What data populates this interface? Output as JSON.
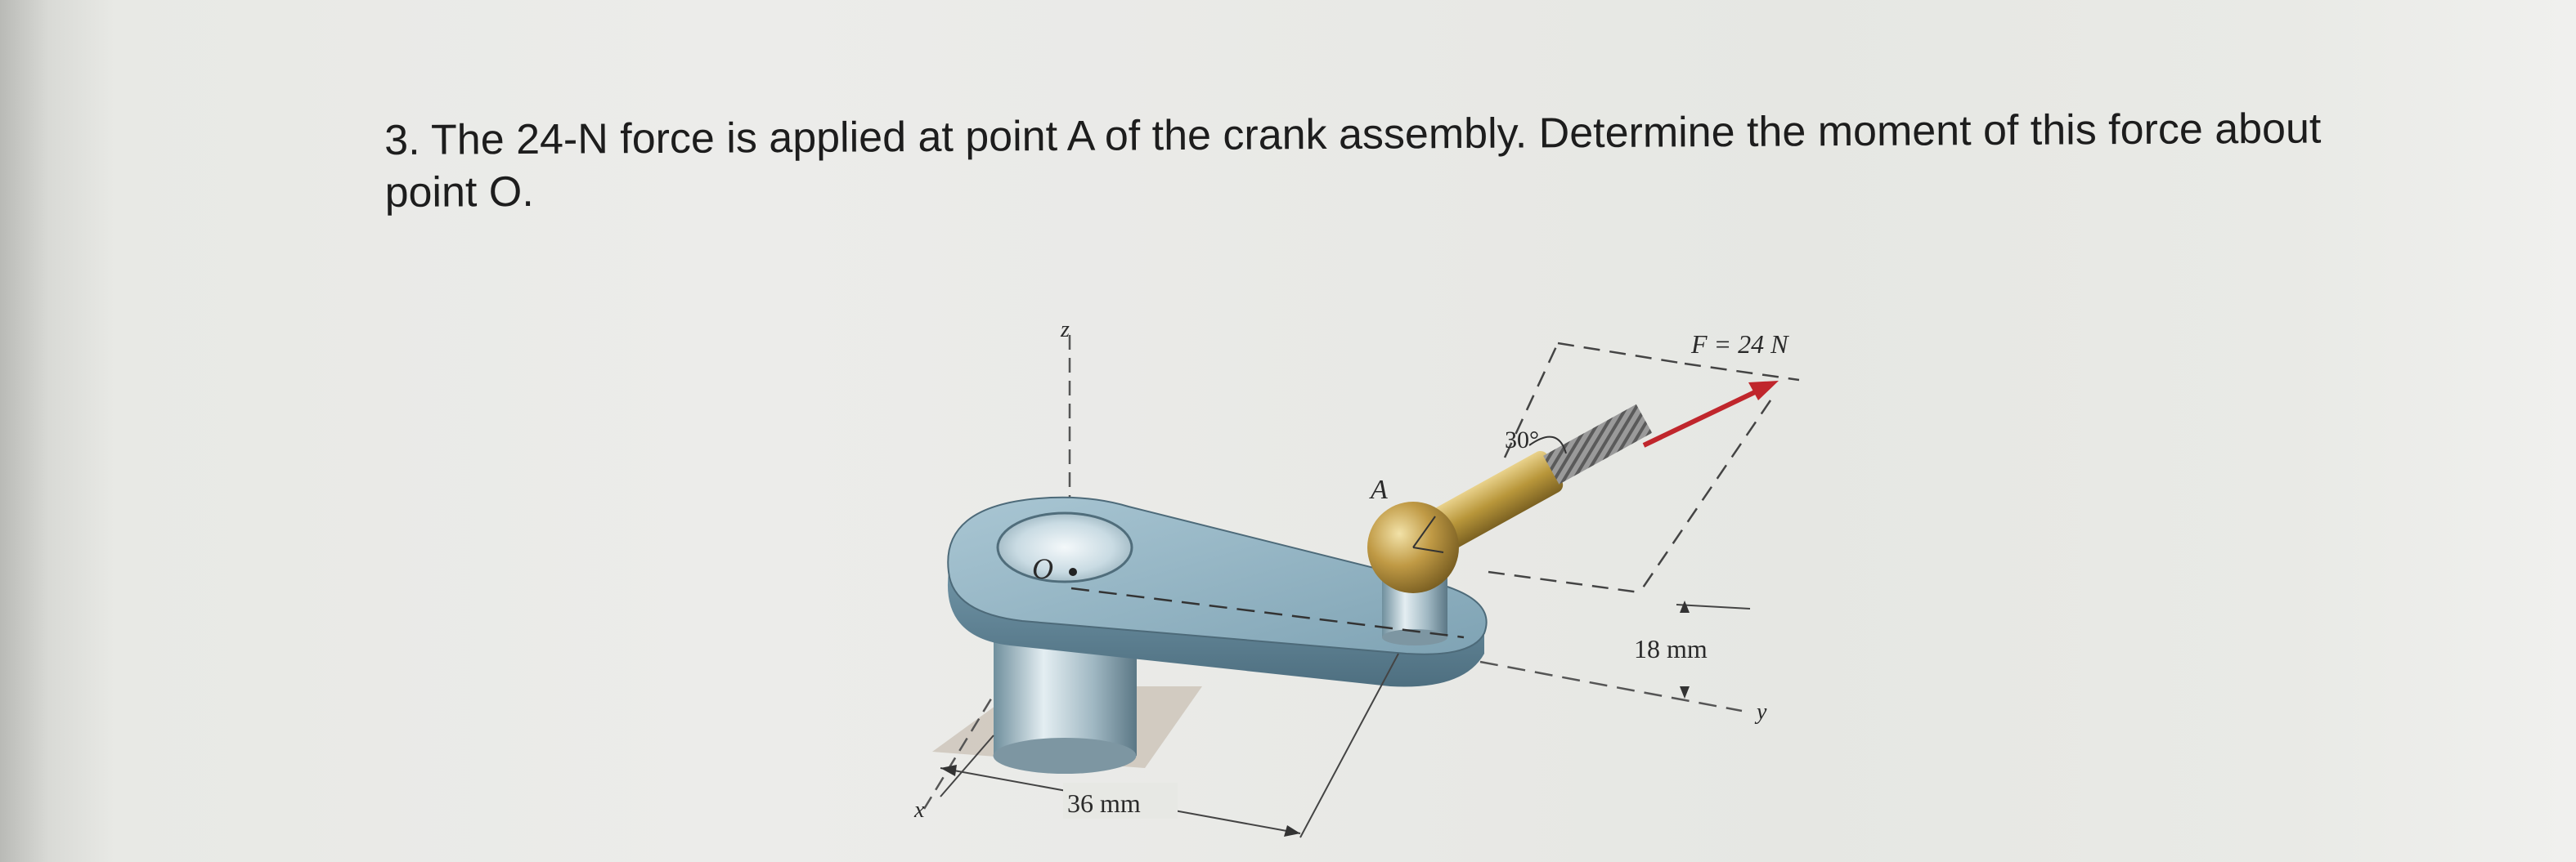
{
  "question": {
    "number": "3.",
    "text": "The 24-N force is applied at point A of the crank assembly. Determine the moment of this force about point O."
  },
  "figure": {
    "axis_z": "z",
    "axis_x": "x",
    "axis_y": "y",
    "point_o": "O",
    "point_a": "A",
    "force_label": "F = 24 N",
    "angle_label": "30°",
    "dim_vertical": "18 mm",
    "dim_horizontal": "36 mm"
  },
  "colors": {
    "force_arrow": "#c0262c",
    "crank_body": "#8fb3c4",
    "rod": "#b8963a"
  }
}
